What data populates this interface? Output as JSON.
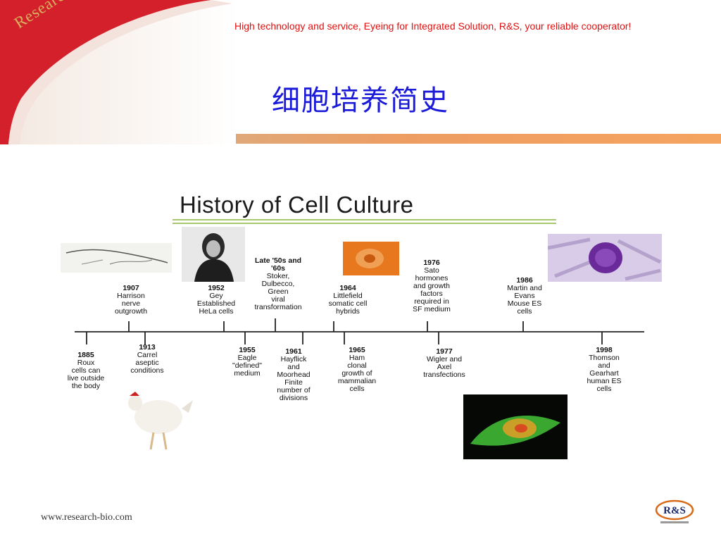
{
  "header": {
    "logo_text": "Research Science",
    "tagline": "High technology and service, Eyeing for Integrated Solution, R&S, your reliable cooperator!",
    "title": "细胞培养简史"
  },
  "panel": {
    "title": "History of Cell Culture",
    "events_above": [
      {
        "year": "1907",
        "text": "Harrison\nnerve\noutgrowth"
      },
      {
        "year": "1952",
        "text": "Gey\nEstablished\nHeLa cells"
      },
      {
        "year": "Late '50s and\n'60s",
        "text": "Stoker,\nDulbecco,\nGreen\nviral\ntransformation"
      },
      {
        "year": "1964",
        "text": "Littlefield\nsomatic cell\nhybrids"
      },
      {
        "year": "1976",
        "text": "Sato\nhormones\nand growth\nfactors\nrequired in\nSF medium"
      },
      {
        "year": "1986",
        "text": "Martin and\nEvans\nMouse ES\ncells"
      }
    ],
    "events_below": [
      {
        "year": "1885",
        "text": "Roux\ncells can\nlive outside\nthe body"
      },
      {
        "year": "1913",
        "text": "Carrel\naseptic\nconditions"
      },
      {
        "year": "1955",
        "text": "Eagle\n\"defined\"\nmedium"
      },
      {
        "year": "1961",
        "text": "Hayflick\nand\nMoorhead\nFinite\nnumber of\ndivisions"
      },
      {
        "year": "1965",
        "text": "Ham\nclonal\ngrowth of\nmammalian\ncells"
      },
      {
        "year": "1977",
        "text": "Wigler and\nAxel\ntransfections"
      },
      {
        "year": "1998",
        "text": "Thomson\nand\nGearhart\nhuman ES\ncells"
      }
    ]
  },
  "footer": {
    "url": "www.research-bio.com",
    "logo_text": "R&S"
  },
  "colors": {
    "accent_red": "#e01010",
    "title_blue": "#1a1ad8",
    "rule_orange": "#f5a45f",
    "rule_green": "#a8c870"
  }
}
